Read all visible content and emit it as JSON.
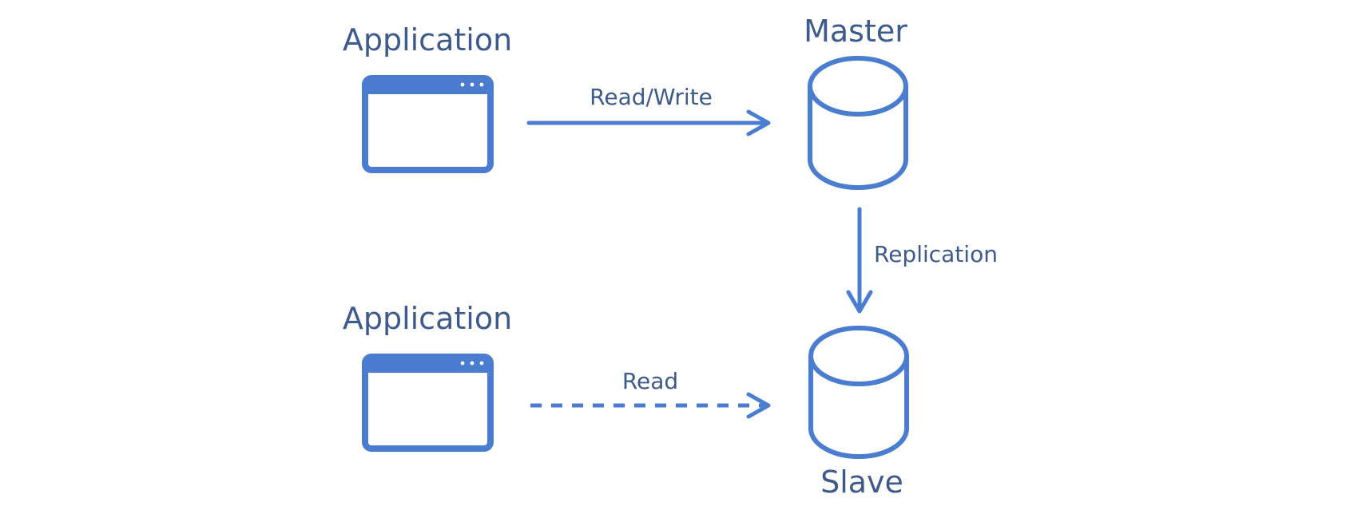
{
  "colors": {
    "accent": "#4a7ccf",
    "text": "#3d5a8c",
    "background": "#ffffff"
  },
  "nodes": {
    "app_top": {
      "label": "Application",
      "icon": "application-window-icon"
    },
    "app_bottom": {
      "label": "Application",
      "icon": "application-window-icon"
    },
    "master": {
      "label": "Master",
      "icon": "database-cylinder-icon"
    },
    "slave": {
      "label": "Slave",
      "icon": "database-cylinder-icon"
    }
  },
  "edges": {
    "read_write": {
      "label": "Read/Write",
      "style": "solid"
    },
    "replication": {
      "label": "Replication",
      "style": "solid"
    },
    "read": {
      "label": "Read",
      "style": "dashed"
    }
  }
}
